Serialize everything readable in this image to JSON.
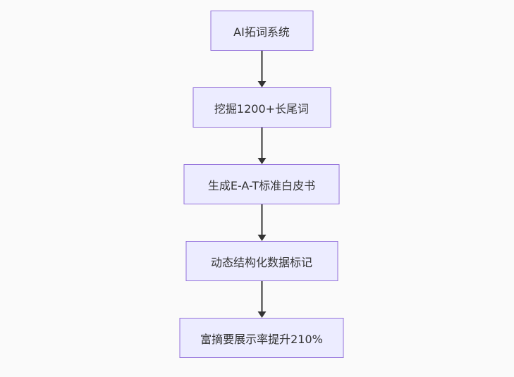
{
  "flowchart": {
    "type": "flowchart",
    "direction": "top-down",
    "nodes": [
      {
        "id": "1",
        "label": "AI拓词系统"
      },
      {
        "id": "2",
        "label": "挖掘1200+长尾词"
      },
      {
        "id": "3",
        "label": "生成E-A-T标准白皮书"
      },
      {
        "id": "4",
        "label": "动态结构化数据标记"
      },
      {
        "id": "5",
        "label": "富摘要展示率提升210%"
      }
    ],
    "edges": [
      {
        "from": "1",
        "to": "2",
        "style": "arrow"
      },
      {
        "from": "2",
        "to": "3",
        "style": "arrow"
      },
      {
        "from": "3",
        "to": "4",
        "style": "arrow"
      },
      {
        "from": "4",
        "to": "5",
        "style": "arrow"
      }
    ],
    "colors": {
      "node_fill": "#ECECFF",
      "node_border": "#9370DB",
      "node_text": "#333333",
      "arrow": "#333333",
      "background": "#FAFAFA"
    }
  }
}
